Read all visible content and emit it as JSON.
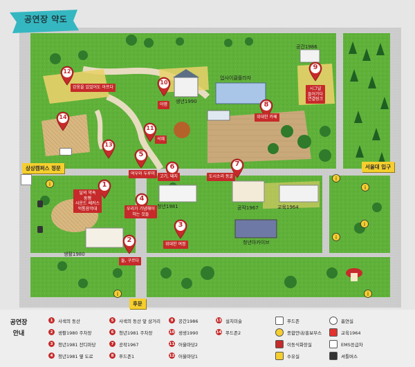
{
  "title": "공연장 약도",
  "road_signs": {
    "west_gate": "상상캠퍼스 정문",
    "seoul_entrance": "서울대 입구",
    "back_gate": "후문"
  },
  "buildings": {
    "upsaicle_plaza": "업사이클플라자",
    "gonggan1986": "공간1986",
    "saengyeon1990": "생년1990",
    "cheongnyeon1981": "청년1981",
    "gongjak1967": "공작1967",
    "gyoyuk1964": "교육1964",
    "cheongnyeon_archive": "청년아카이브",
    "saenghwal1980": "생활1980"
  },
  "markers": [
    {
      "num": "1",
      "callout": "달의 약속\n동행\n사운드 쎄커스\n먹통음악대"
    },
    {
      "num": "2",
      "callout": "들, 구르다"
    },
    {
      "num": "3",
      "callout": "위대한 여정"
    },
    {
      "num": "4",
      "callout": "우리가 기념해야\n하는 것들"
    },
    {
      "num": "5",
      "callout": "여우와 두루미"
    },
    {
      "num": "6",
      "callout": "고기, 돼지"
    },
    {
      "num": "7",
      "callout": "도시소리 동굴"
    },
    {
      "num": "8",
      "callout": "위대한 카페"
    },
    {
      "num": "9",
      "callout": "시그널\n들어가다\n연결링크"
    },
    {
      "num": "10",
      "callout": "야명"
    },
    {
      "num": "11",
      "callout": "석혜"
    },
    {
      "num": "12",
      "callout": "강웅을 있었어도 아프다"
    },
    {
      "num": "13",
      "callout": ""
    },
    {
      "num": "14",
      "callout": ""
    }
  ],
  "legend": {
    "title": "공연장\n안내",
    "numbered": [
      {
        "num": "1",
        "label": "사색의 동산"
      },
      {
        "num": "2",
        "label": "생활1980 주차장"
      },
      {
        "num": "3",
        "label": "청년1981 잔디마당"
      },
      {
        "num": "4",
        "label": "청년1981 옆 도로"
      },
      {
        "num": "5",
        "label": "사색의 동산 앞 삼거리"
      },
      {
        "num": "6",
        "label": "청년1981 주차장"
      },
      {
        "num": "7",
        "label": "공작1967"
      },
      {
        "num": "8",
        "label": "푸드존1"
      },
      {
        "num": "9",
        "label": "공간1986"
      },
      {
        "num": "10",
        "label": "생생1990"
      },
      {
        "num": "11",
        "label": "어울마당2"
      },
      {
        "num": "12",
        "label": "어울마당1"
      },
      {
        "num": "13",
        "label": "설치미술"
      },
      {
        "num": "14",
        "label": "푸드존2"
      }
    ],
    "symbols": [
      {
        "icon": "food-zone-icon",
        "label": "푸드존"
      },
      {
        "icon": "info-booth-icon",
        "label": "종합안내/홍보부스"
      },
      {
        "icon": "mobile-toilet-icon",
        "label": "이동식화장실"
      },
      {
        "icon": "nursing-room-icon",
        "label": "수유실"
      },
      {
        "icon": "smoking-area-icon",
        "label": "흡연실"
      },
      {
        "icon": "education-icon",
        "label": "교육1964"
      },
      {
        "icon": "ems-icon",
        "label": "EMS응급차"
      },
      {
        "icon": "shuttle-bus-icon",
        "label": "셔틀버스"
      }
    ]
  },
  "colors": {
    "grass": "#5fb13a",
    "road": "#cfcfcf",
    "marker_red": "#c62a2a",
    "sign_yellow": "#f6cf2e",
    "ribbon_teal": "#35b7c1"
  }
}
